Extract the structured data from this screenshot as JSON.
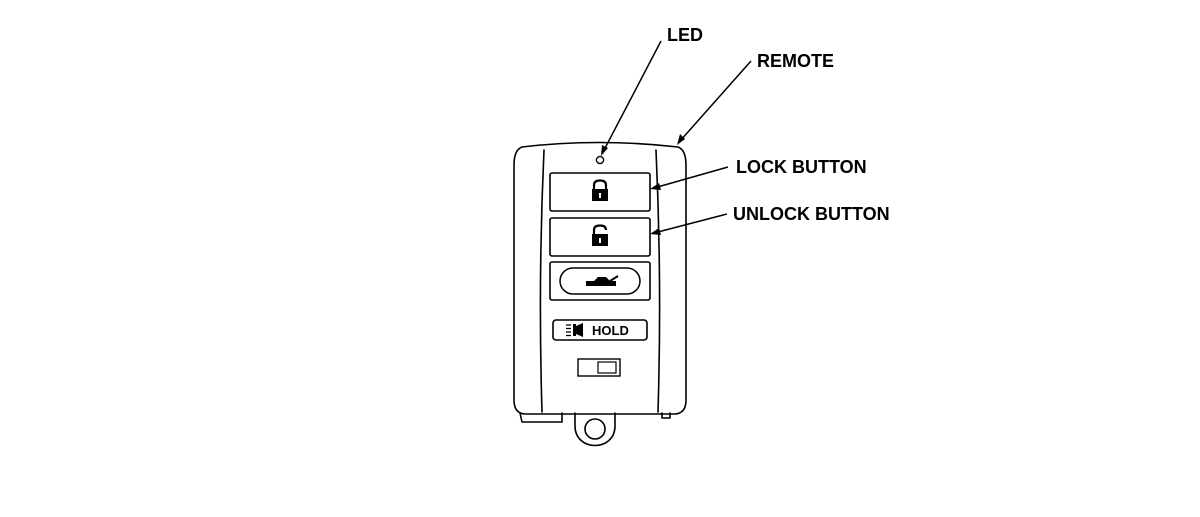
{
  "labels": {
    "led": "LED",
    "remote": "REMOTE",
    "lock_button": "LOCK BUTTON",
    "unlock_button": "UNLOCK BUTTON"
  },
  "remote": {
    "hold_button_text": "HOLD",
    "buttons": [
      {
        "function": "lock",
        "icon": "locked-padlock-icon"
      },
      {
        "function": "unlock",
        "icon": "unlocked-padlock-icon"
      },
      {
        "function": "trunk",
        "icon": "car-trunk-icon"
      },
      {
        "function": "panic",
        "icon": "horn-light-icon"
      }
    ]
  }
}
